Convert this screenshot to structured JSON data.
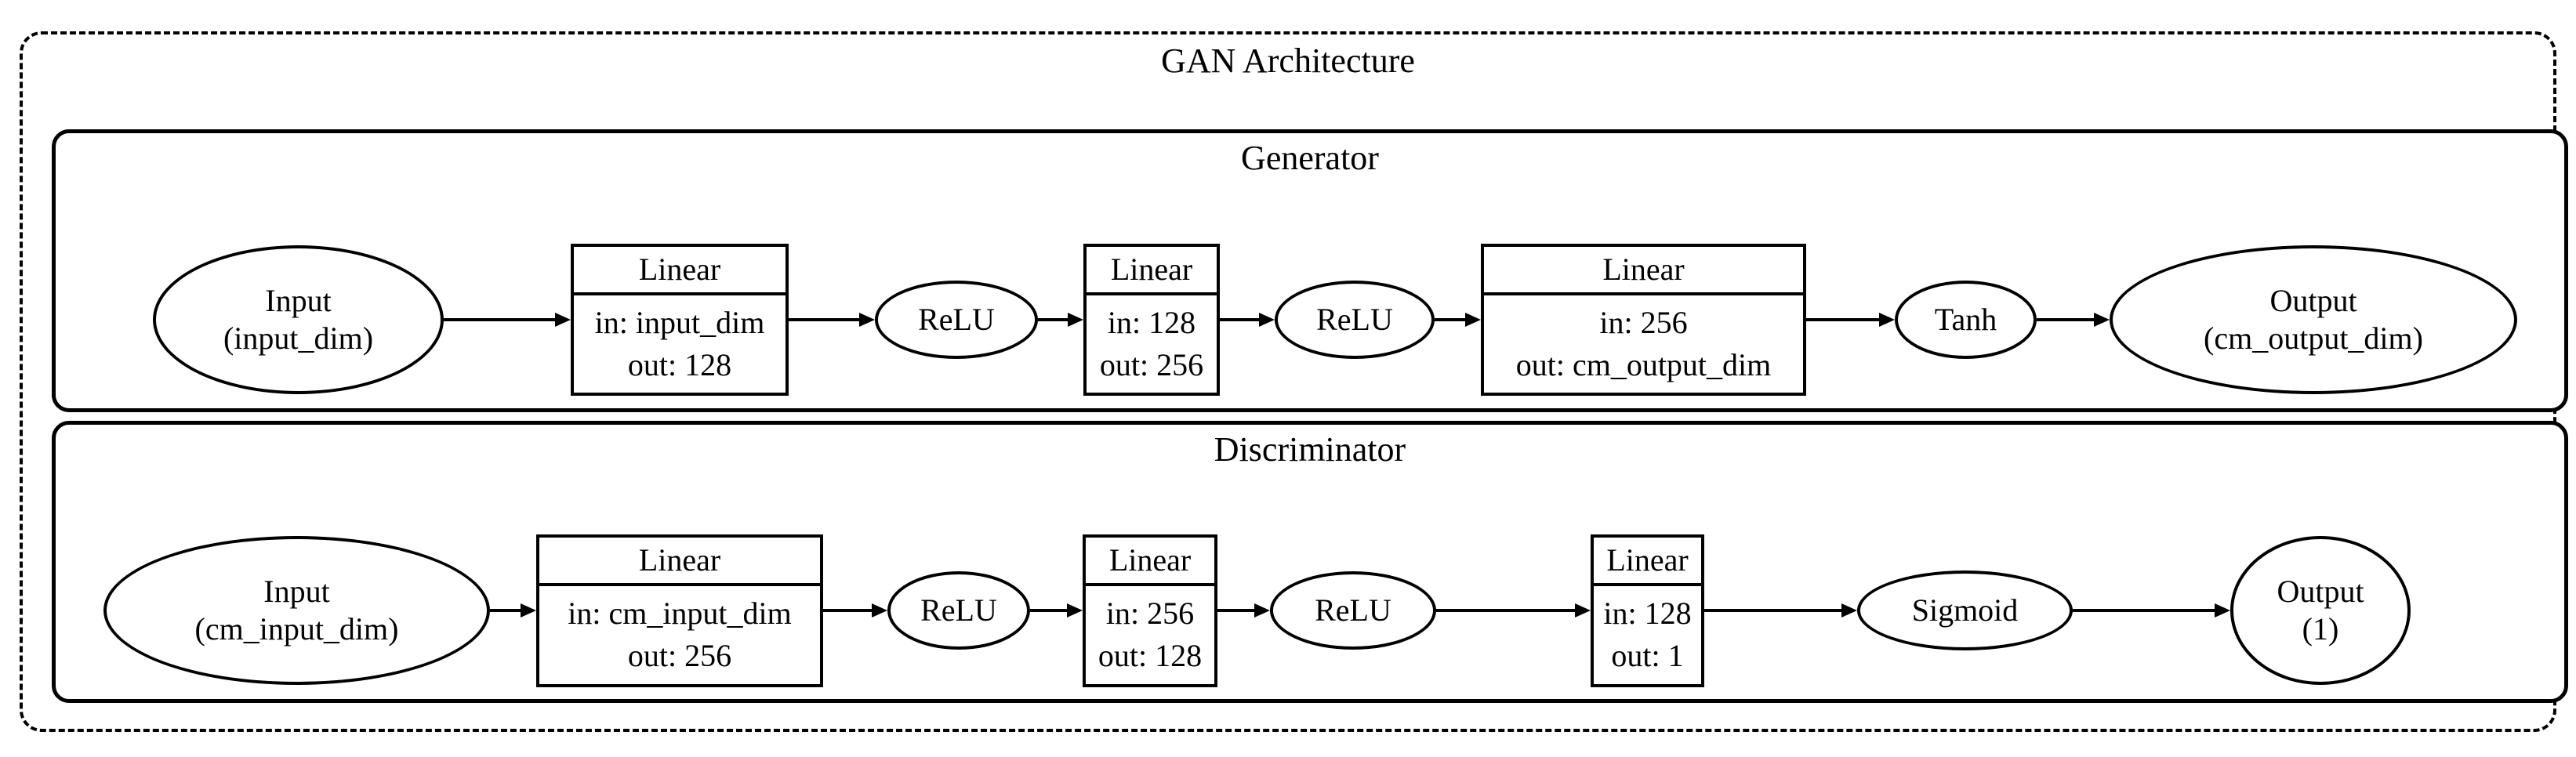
{
  "diagram": {
    "title": "GAN Architecture",
    "colors": {
      "ink": "#000000",
      "background": "#ffffff"
    },
    "clusters": [
      {
        "title": "Generator",
        "nodes": [
          {
            "type": "ellipse",
            "lines": [
              "Input",
              "(input_dim)"
            ]
          },
          {
            "type": "record",
            "title": "Linear",
            "rows": [
              "in: input_dim",
              "out: 128"
            ]
          },
          {
            "type": "ellipse",
            "lines": [
              "ReLU"
            ]
          },
          {
            "type": "record",
            "title": "Linear",
            "rows": [
              "in: 128",
              "out: 256"
            ]
          },
          {
            "type": "ellipse",
            "lines": [
              "ReLU"
            ]
          },
          {
            "type": "record",
            "title": "Linear",
            "rows": [
              "in: 256",
              "out: cm_output_dim"
            ]
          },
          {
            "type": "ellipse",
            "lines": [
              "Tanh"
            ]
          },
          {
            "type": "ellipse",
            "lines": [
              "Output",
              "(cm_output_dim)"
            ]
          }
        ]
      },
      {
        "title": "Discriminator",
        "nodes": [
          {
            "type": "ellipse",
            "lines": [
              "Input",
              "(cm_input_dim)"
            ]
          },
          {
            "type": "record",
            "title": "Linear",
            "rows": [
              "in: cm_input_dim",
              "out: 256"
            ]
          },
          {
            "type": "ellipse",
            "lines": [
              "ReLU"
            ]
          },
          {
            "type": "record",
            "title": "Linear",
            "rows": [
              "in: 256",
              "out: 128"
            ]
          },
          {
            "type": "ellipse",
            "lines": [
              "ReLU"
            ]
          },
          {
            "type": "record",
            "title": "Linear",
            "rows": [
              "in: 128",
              "out: 1"
            ]
          },
          {
            "type": "ellipse",
            "lines": [
              "Sigmoid"
            ]
          },
          {
            "type": "ellipse",
            "lines": [
              "Output",
              "(1)"
            ]
          }
        ]
      }
    ]
  }
}
